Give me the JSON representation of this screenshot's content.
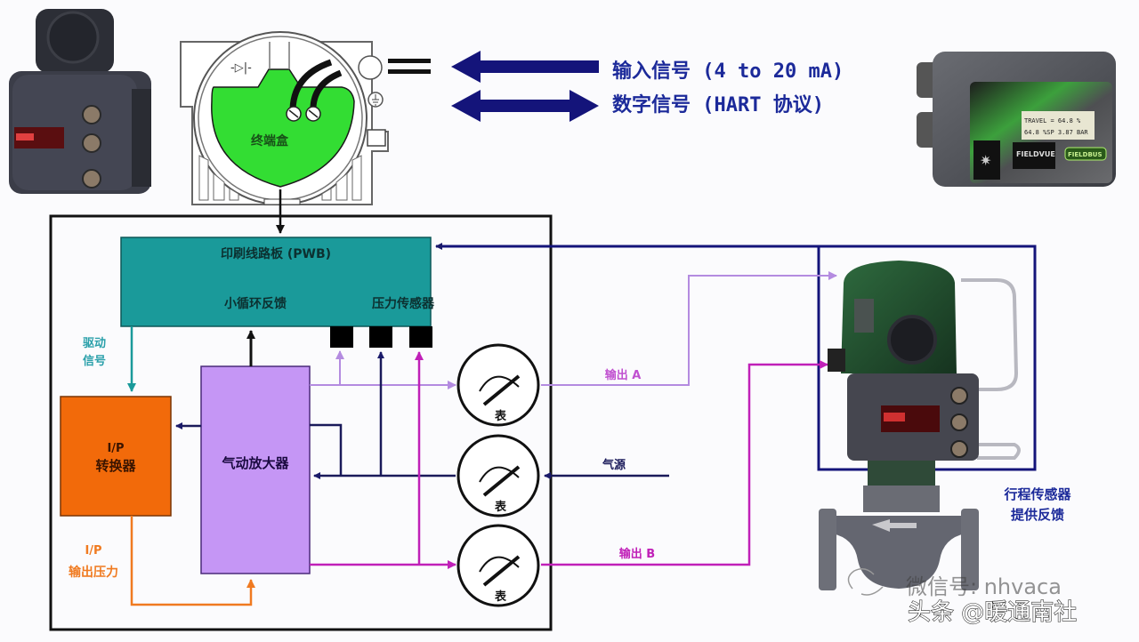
{
  "legend": {
    "input_signal": "输入信号 (4 to 20 mA)",
    "digital_signal": "数字信号 (HART 协议)"
  },
  "terminal_box": {
    "label": "终端盒"
  },
  "pwb": {
    "title": "印刷线路板 (PWB)",
    "minor_loop_feedback": "小循环反馈",
    "pressure_sensor": "压力传感器"
  },
  "drive_signal": {
    "line1": "驱动",
    "line2": "信号"
  },
  "ip_converter": {
    "line1": "I/P",
    "line2": "转换器"
  },
  "ip_output_pressure": {
    "line1": "I/P",
    "line2": "输出压力"
  },
  "pneumatic_relay": {
    "label": "气动放大器"
  },
  "gauges": [
    {
      "label": "表"
    },
    {
      "label": "表"
    },
    {
      "label": "表"
    }
  ],
  "output_a": "输出 A",
  "supply": "气源",
  "output_b": "输出 B",
  "travel_sensor": {
    "line1": "行程传感器",
    "line2": "提供反馈"
  },
  "device_display": {
    "line1": "TRAVEL = 64.8 %",
    "line2": "64.8 %SP  3.87 BAR",
    "brand": "FIELDVUE",
    "badge": "FIELDBUS"
  },
  "watermark": {
    "wechat": "微信号: nhvaca",
    "toutiao": "头条 @暖通南社"
  },
  "colors": {
    "navy": "#1a1a7a",
    "teal": "#1a9a9a",
    "orange": "#f26a0a",
    "lavender": "#c596f5",
    "light_purple": "#b48be0",
    "magenta": "#c020b8",
    "green": "#33dd33",
    "dark_blue_text": "#1c2a9a"
  }
}
